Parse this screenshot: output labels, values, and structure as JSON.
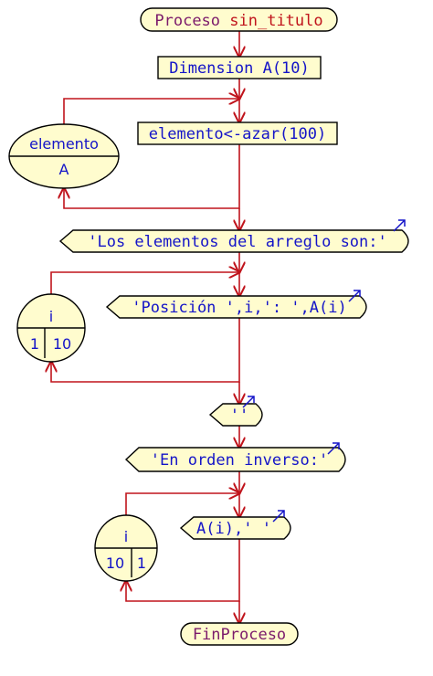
{
  "colors": {
    "flow_line": "#c0141c",
    "shape_fill": "#fffcce",
    "shape_stroke": "#000000",
    "keyword_text": "#7b1a6b",
    "code_text": "#1414c8",
    "output_arrow": "#1414c8"
  },
  "blocks": {
    "start": {
      "keyword": "Proceso ",
      "name": "sin_titulo"
    },
    "dimension": {
      "text": "Dimension A(10)"
    },
    "loop1": {
      "variable": "elemento",
      "collection": "A"
    },
    "assign": {
      "text": "elemento<-azar(100)"
    },
    "output1": {
      "text": "'Los elementos del arreglo son:'"
    },
    "loop2": {
      "variable": "i",
      "from": "1",
      "to": "10"
    },
    "output2": {
      "text": "'Posición ',i,': ',A(i)"
    },
    "output3": {
      "text": "''"
    },
    "output4": {
      "text": "'En orden inverso:'"
    },
    "loop3": {
      "variable": "i",
      "from": "10",
      "to": "1"
    },
    "output5": {
      "text": "A(i),' '"
    },
    "end": {
      "text": "FinProceso"
    }
  }
}
